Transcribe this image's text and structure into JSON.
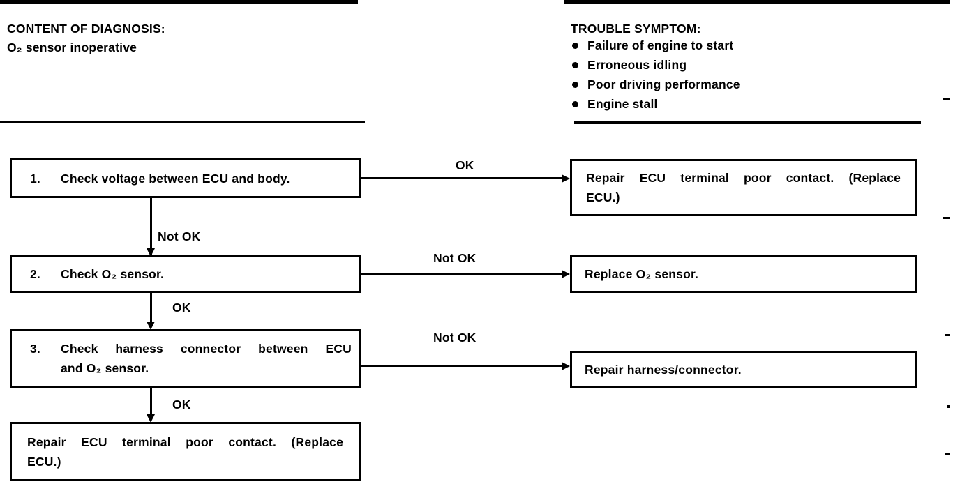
{
  "colors": {
    "ink": "#000000",
    "paper": "#ffffff"
  },
  "header": {
    "diagnosis": {
      "title": "CONTENT OF DIAGNOSIS:",
      "description": "O₂ sensor inoperative"
    },
    "trouble_symptom": {
      "title": "TROUBLE SYMPTOM:",
      "items": [
        "Failure of engine to start",
        "Erroneous idling",
        "Poor driving performance",
        "Engine stall"
      ]
    }
  },
  "flowchart": {
    "steps": [
      {
        "number": "1.",
        "lines": [
          "Check voltage between ECU and body."
        ]
      },
      {
        "number": "2.",
        "lines": [
          "Check O₂ sensor."
        ]
      },
      {
        "number": "3.",
        "lines": [
          "Check harness connector between ECU",
          "and O₂ sensor."
        ]
      }
    ],
    "final_action": {
      "lines": [
        "Repair ECU terminal poor contact. (Replace",
        "ECU.)"
      ]
    },
    "results": [
      {
        "lines": [
          "Repair ECU terminal poor contact. (Replace",
          "ECU.)"
        ]
      },
      {
        "lines": [
          "Replace O₂ sensor."
        ]
      },
      {
        "lines": [
          "Repair harness/connector."
        ]
      }
    ],
    "branch_labels": {
      "step1_down": "Not OK",
      "step1_right": "OK",
      "step2_down": "OK",
      "step2_right": "Not OK",
      "step3_down": "OK",
      "step3_right": "Not OK"
    }
  }
}
